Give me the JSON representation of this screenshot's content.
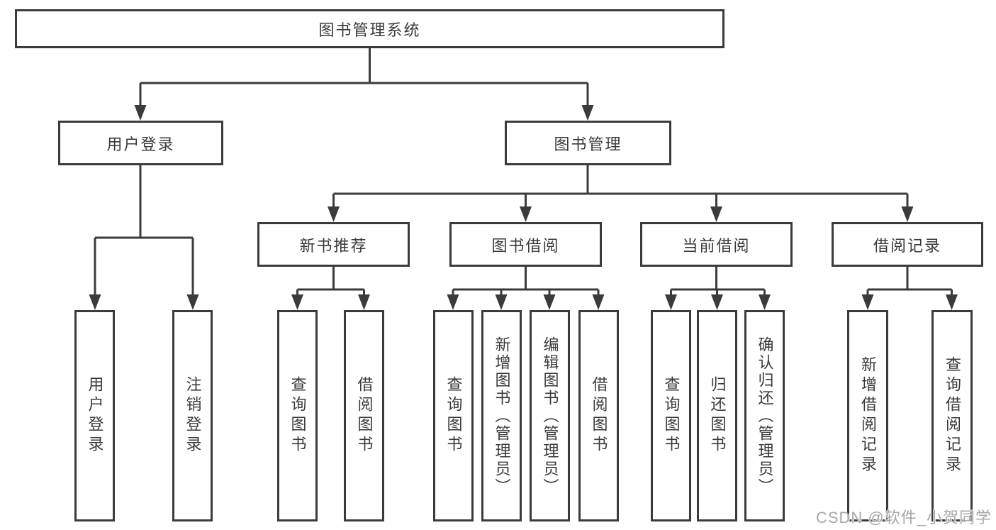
{
  "diagram": {
    "root": {
      "label": "图书管理系统"
    },
    "level2": [
      {
        "id": "user-login",
        "label": "用户登录"
      },
      {
        "id": "book-management",
        "label": "图书管理"
      }
    ],
    "level3": [
      {
        "id": "new-book-recommend",
        "label": "新书推荐",
        "parent": "图书管理"
      },
      {
        "id": "book-borrow",
        "label": "图书借阅",
        "parent": "图书管理"
      },
      {
        "id": "current-borrow",
        "label": "当前借阅",
        "parent": "图书管理"
      },
      {
        "id": "borrow-records",
        "label": "借阅记录",
        "parent": "图书管理"
      }
    ],
    "leaves": [
      {
        "group": "用户登录",
        "label": "用户登录"
      },
      {
        "group": "用户登录",
        "label": "注销登录"
      },
      {
        "group": "新书推荐",
        "label": "查询图书"
      },
      {
        "group": "新书推荐",
        "label": "借阅图书"
      },
      {
        "group": "图书借阅",
        "label": "查询图书"
      },
      {
        "group": "图书借阅",
        "label": "新增图书（管理员）"
      },
      {
        "group": "图书借阅",
        "label": "编辑图书（管理员）"
      },
      {
        "group": "图书借阅",
        "label": "借阅图书"
      },
      {
        "group": "当前借阅",
        "label": "查询图书"
      },
      {
        "group": "当前借阅",
        "label": "归还图书"
      },
      {
        "group": "当前借阅",
        "label": "确认归还（管理员）"
      },
      {
        "group": "借阅记录",
        "label": "新增借阅记录"
      },
      {
        "group": "借阅记录",
        "label": "查询借阅记录"
      }
    ],
    "colors": {
      "line": "#3b3b3b",
      "text": "#3a3a3a",
      "background": "#ffffff",
      "watermark": "#a7a7aa"
    }
  },
  "watermark": {
    "text": "CSDN @软件_小贺同学"
  }
}
